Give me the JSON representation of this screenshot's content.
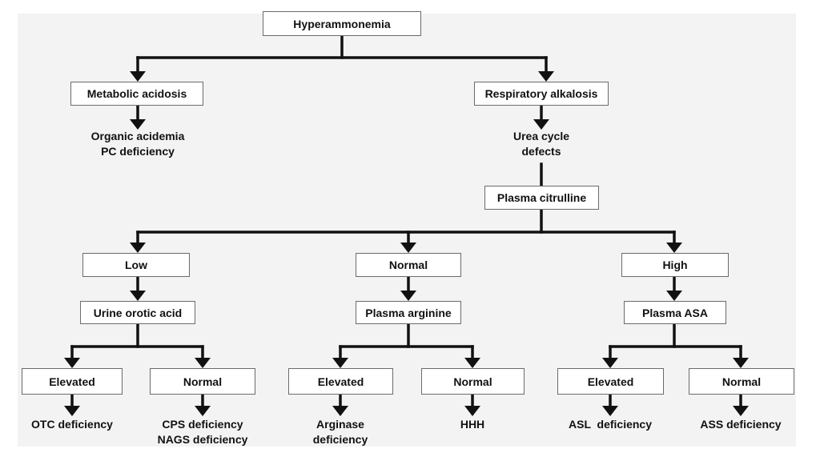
{
  "nodes": {
    "hyperammonemia": "Hyperammonemia",
    "metabolic_acidosis": "Metabolic acidosis",
    "respiratory_alkalosis": "Respiratory alkalosis",
    "organic_acidemia": "Organic acidemia",
    "pc_deficiency": "PC deficiency",
    "urea_cycle_line1": "Urea cycle",
    "urea_cycle_line2": "defects",
    "plasma_citrulline": "Plasma citrulline",
    "low": "Low",
    "normal_mid": "Normal",
    "high": "High",
    "urine_orotic_acid": "Urine orotic acid",
    "plasma_arginine": "Plasma arginine",
    "plasma_asa": "Plasma ASA",
    "elevated_1": "Elevated",
    "normal_1": "Normal",
    "elevated_2": "Elevated",
    "normal_2": "Normal",
    "elevated_3": "Elevated",
    "normal_3": "Normal",
    "otc_deficiency": "OTC deficiency",
    "cps_deficiency": "CPS deficiency",
    "nags_deficiency": "NAGS deficiency",
    "arginase_line1": "Arginase",
    "arginase_line2": "deficiency",
    "hhh": "HHH",
    "asl_deficiency": "ASL  deficiency",
    "ass_deficiency": "ASS deficiency"
  }
}
